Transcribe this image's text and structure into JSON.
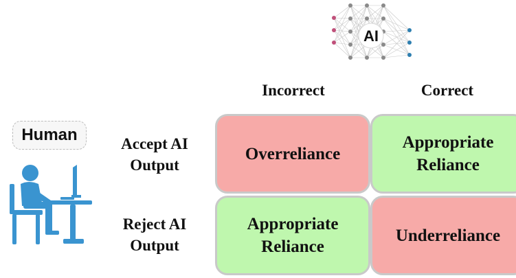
{
  "ai_badge": {
    "label": "AI"
  },
  "columns": {
    "incorrect": "Incorrect",
    "correct": "Correct"
  },
  "rows": {
    "accept": {
      "line1": "Accept AI",
      "line2": "Output"
    },
    "reject": {
      "line1": "Reject AI",
      "line2": "Output"
    }
  },
  "human": {
    "label": "Human"
  },
  "cells": {
    "accept_incorrect": {
      "line1": "Overreliance",
      "line2": ""
    },
    "accept_correct": {
      "line1": "Appropriate",
      "line2": "Reliance"
    },
    "reject_incorrect": {
      "line1": "Appropriate",
      "line2": "Reliance"
    },
    "reject_correct": {
      "line1": "Underreliance",
      "line2": ""
    }
  },
  "colors": {
    "overreliance": "#f7aaa8",
    "appropriate": "#bff7ae",
    "human_icon": "#3a94d0",
    "network_input": "#c0507a",
    "network_output": "#2e7fb0"
  },
  "icons": {
    "ai": "neural-network-icon",
    "human": "person-at-computer-icon"
  }
}
